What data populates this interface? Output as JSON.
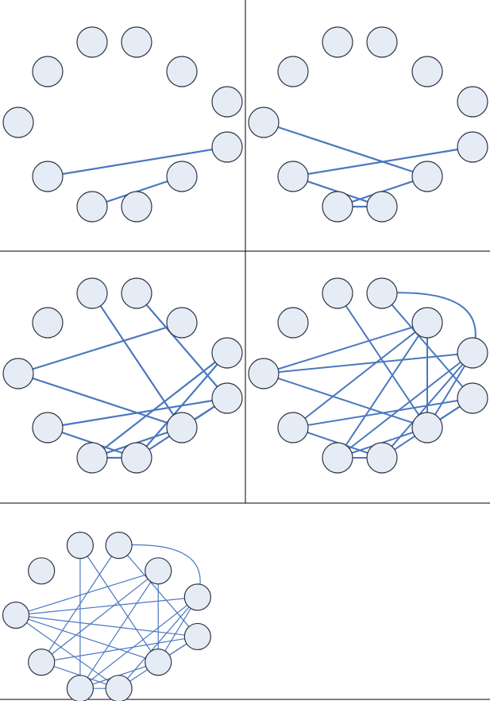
{
  "diagram": {
    "type": "network-graph-growth",
    "node_count": 11,
    "node_ids": [
      "n0",
      "n1",
      "n2",
      "n3",
      "n4",
      "n5",
      "n6",
      "n7",
      "n8",
      "n9",
      "n10"
    ],
    "colors": {
      "edge": "#4a78c0",
      "node_fill": "#e6ecf6",
      "node_stroke": "#2f3542",
      "divider": "#000000",
      "background": "#ffffff"
    },
    "panels": [
      {
        "id": "step-1",
        "edges": [
          {
            "from": "n7",
            "to": "n4"
          },
          {
            "from": "n8",
            "to": "n5"
          }
        ]
      },
      {
        "id": "step-2",
        "edges": [
          {
            "from": "n7",
            "to": "n4"
          },
          {
            "from": "n8",
            "to": "n5"
          },
          {
            "from": "n6",
            "to": "n5"
          },
          {
            "from": "n7",
            "to": "n9"
          },
          {
            "from": "n8",
            "to": "n9"
          }
        ]
      },
      {
        "id": "step-3",
        "edges": [
          {
            "from": "n6",
            "to": "n2"
          },
          {
            "from": "n6",
            "to": "n5"
          },
          {
            "from": "n0",
            "to": "n5"
          },
          {
            "from": "n1",
            "to": "n4"
          },
          {
            "from": "n7",
            "to": "n4"
          },
          {
            "from": "n7",
            "to": "n9"
          },
          {
            "from": "n8",
            "to": "n9"
          },
          {
            "from": "n8",
            "to": "n5"
          },
          {
            "from": "n8",
            "to": "n3"
          },
          {
            "from": "n9",
            "to": "n3"
          },
          {
            "from": "n5",
            "to": "n4"
          },
          {
            "from": "n9",
            "to": "n4"
          }
        ]
      },
      {
        "id": "step-4",
        "edges": [
          {
            "from": "n6",
            "to": "n2"
          },
          {
            "from": "n6",
            "to": "n5"
          },
          {
            "from": "n0",
            "to": "n5"
          },
          {
            "from": "n1",
            "to": "n4"
          },
          {
            "from": "n7",
            "to": "n4"
          },
          {
            "from": "n7",
            "to": "n9"
          },
          {
            "from": "n8",
            "to": "n9"
          },
          {
            "from": "n8",
            "to": "n5"
          },
          {
            "from": "n8",
            "to": "n3"
          },
          {
            "from": "n9",
            "to": "n3"
          },
          {
            "from": "n5",
            "to": "n4"
          },
          {
            "from": "n9",
            "to": "n4"
          },
          {
            "from": "n6",
            "to": "n3"
          },
          {
            "from": "n7",
            "to": "n2"
          },
          {
            "from": "n2",
            "to": "n5"
          },
          {
            "from": "n8",
            "to": "n2"
          },
          {
            "from": "n5",
            "to": "n3"
          },
          {
            "from": "n1",
            "to": "n3",
            "curved": true
          }
        ]
      },
      {
        "id": "step-5",
        "edges": [
          {
            "from": "n6",
            "to": "n2"
          },
          {
            "from": "n6",
            "to": "n5"
          },
          {
            "from": "n0",
            "to": "n5"
          },
          {
            "from": "n1",
            "to": "n4"
          },
          {
            "from": "n7",
            "to": "n4"
          },
          {
            "from": "n7",
            "to": "n9"
          },
          {
            "from": "n8",
            "to": "n9"
          },
          {
            "from": "n8",
            "to": "n5"
          },
          {
            "from": "n8",
            "to": "n3"
          },
          {
            "from": "n9",
            "to": "n3"
          },
          {
            "from": "n5",
            "to": "n4"
          },
          {
            "from": "n9",
            "to": "n4"
          },
          {
            "from": "n6",
            "to": "n3"
          },
          {
            "from": "n7",
            "to": "n2"
          },
          {
            "from": "n2",
            "to": "n5"
          },
          {
            "from": "n8",
            "to": "n2"
          },
          {
            "from": "n5",
            "to": "n3"
          },
          {
            "from": "n1",
            "to": "n3",
            "curved": true
          },
          {
            "from": "n7",
            "to": "n1"
          },
          {
            "from": "n6",
            "to": "n4"
          },
          {
            "from": "n0",
            "to": "n8"
          },
          {
            "from": "n6",
            "to": "n9"
          }
        ]
      }
    ]
  }
}
